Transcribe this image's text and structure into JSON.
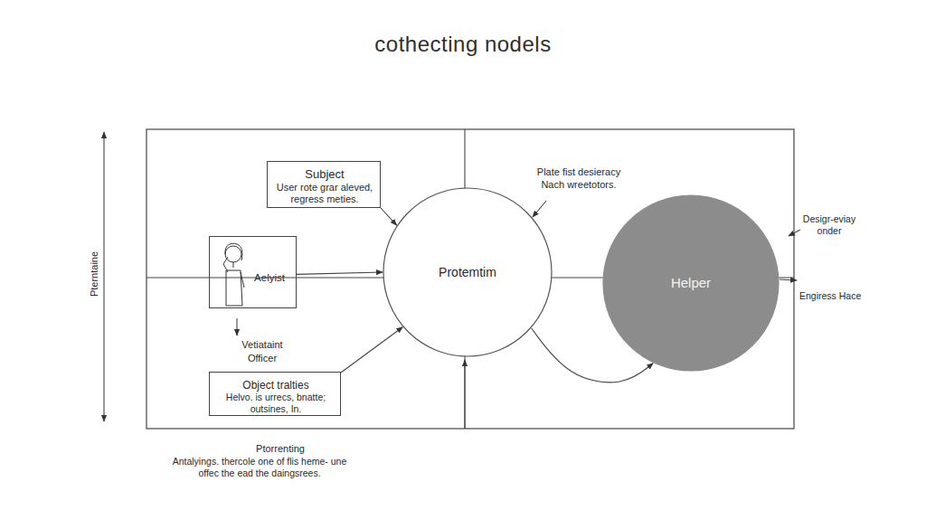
{
  "diagram": {
    "title": "cothecting nodels",
    "nodes": [
      {
        "text": [
          "Subject",
          "User rote grar aleved, regress meties."
        ]
      },
      {
        "text": [
          "Aelyist"
        ]
      },
      {
        "text": [
          "Object tralties",
          "Helvo. is urrecs, bnatte; outsines, In."
        ]
      },
      {
        "text": [
          "Protemtim"
        ]
      },
      {
        "text": [
          "Helper"
        ]
      }
    ],
    "edges": [
      {
        "from": 0,
        "to": 3,
        "arrow": "to"
      },
      {
        "from": 1,
        "to": 3,
        "arrow": "to"
      },
      {
        "from": 2,
        "to": 3,
        "arrow": "to"
      },
      {
        "from": 3,
        "to": 4,
        "arrow": "to"
      }
    ],
    "labels": [
      "Pterntaine",
      "Vetiataint Officer",
      "Plate fist desieracy",
      "Nach wreetotors.",
      "Desigr-eviay onder",
      "Engiress Hace",
      "Ptorrenting",
      "Antalyings. thercole one of flis heme- une offec the ead the daingsrees."
    ]
  }
}
